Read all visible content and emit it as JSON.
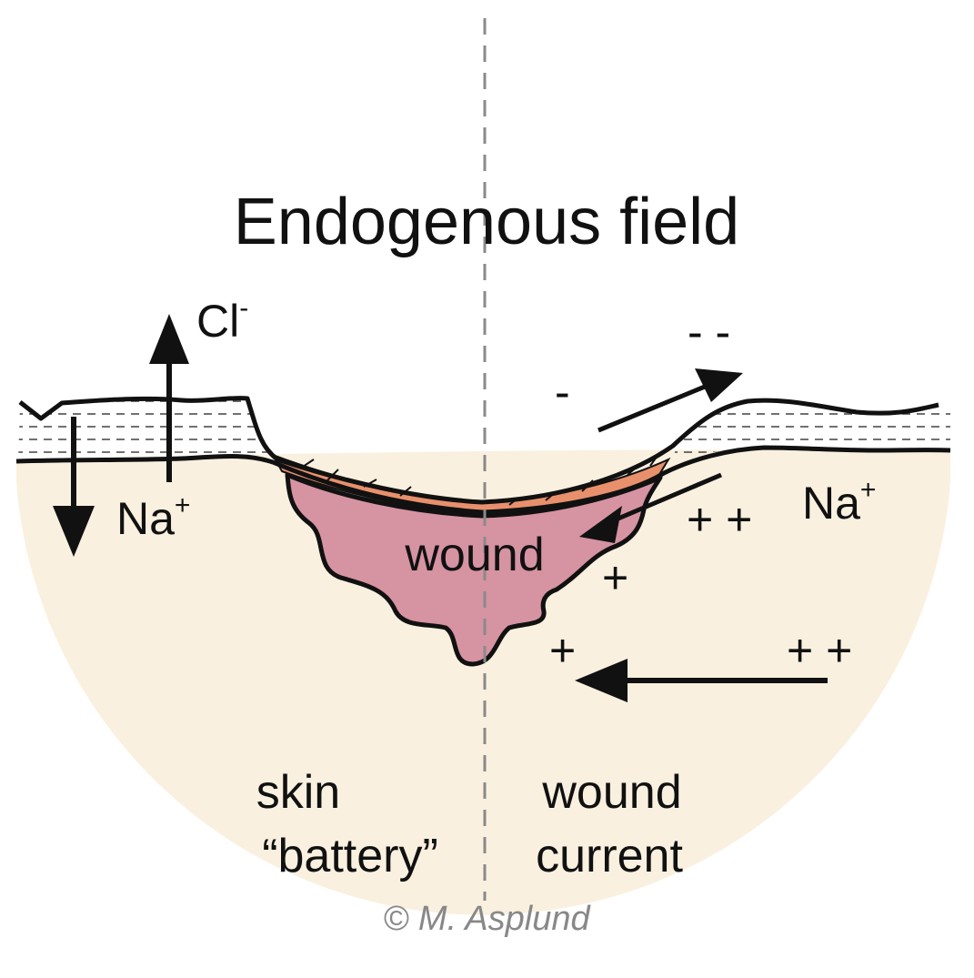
{
  "title": "Endogenous field",
  "ions": {
    "chloride_base": "Cl",
    "chloride_charge": "-",
    "sodium_left_base": "Na",
    "sodium_left_charge": "+",
    "sodium_right_base": "Na",
    "sodium_right_charge": "+"
  },
  "charges": {
    "neg_double": "- -",
    "neg_single": "-",
    "pos_double_upper": "+ +",
    "pos_single_upper": "+",
    "pos_single_lower": "+",
    "pos_double_lower": "+ +"
  },
  "wound_label": "wound",
  "left_label": {
    "line1": "skin",
    "line2": "“battery”"
  },
  "right_label": {
    "line1": "wound",
    "line2": "current"
  },
  "credit": "© M. Asplund",
  "colors": {
    "background_disc": "#f9f0df",
    "wound_fill": "#d693a2",
    "scab_fill": "#e8906c",
    "ink": "#111111",
    "divider": "#8a8a8a",
    "credit_text": "#888888"
  }
}
